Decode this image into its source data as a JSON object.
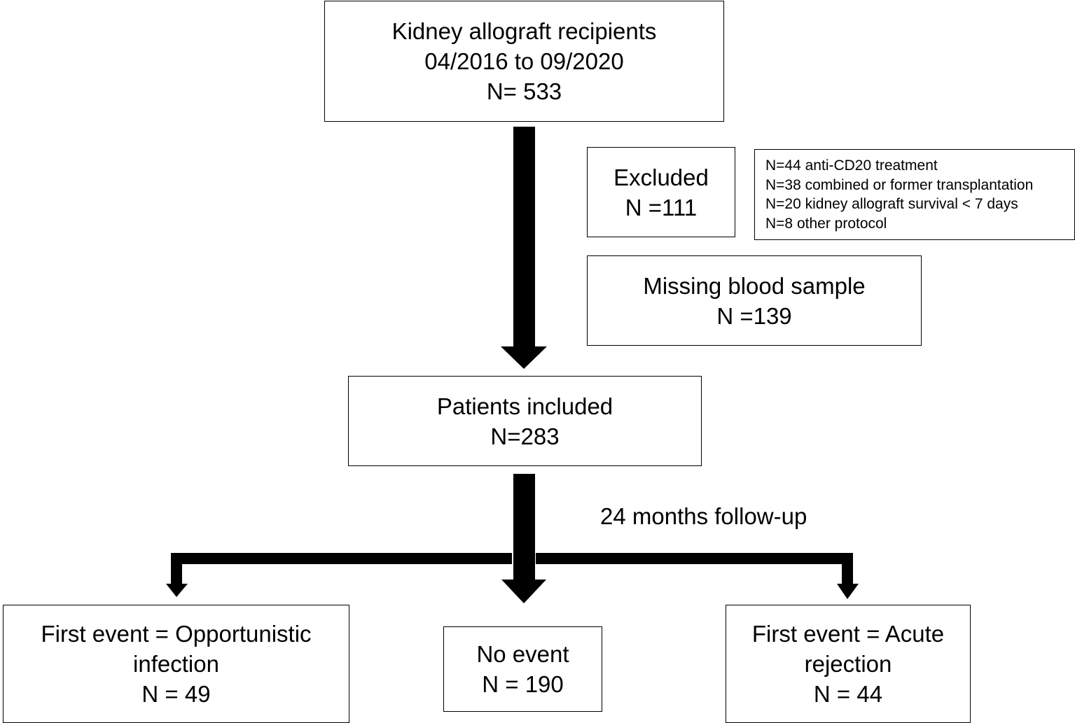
{
  "nodes": {
    "root": {
      "lines": [
        "Kidney allograft recipients",
        "04/2016 to 09/2020",
        "N= 533"
      ]
    },
    "excluded": {
      "lines": [
        "Excluded",
        "N =111"
      ]
    },
    "exclusion_reasons": {
      "lines": [
        "N=44 anti-CD20 treatment",
        "N=38 combined or former transplantation",
        "N=20 kidney allograft survival < 7 days",
        "N=8 other protocol"
      ]
    },
    "missing": {
      "lines": [
        "Missing blood sample",
        "N =139"
      ]
    },
    "included": {
      "lines": [
        "Patients included",
        "N=283"
      ]
    },
    "opportunistic": {
      "lines": [
        "First event = Opportunistic",
        "infection",
        "N = 49"
      ]
    },
    "no_event": {
      "lines": [
        "No event",
        "N = 190"
      ]
    },
    "rejection": {
      "lines": [
        "First event = Acute",
        "rejection",
        "N = 44"
      ]
    }
  },
  "edge_label": "24 months follow-up",
  "colors": {
    "stroke": "#000000",
    "background": "#ffffff"
  }
}
